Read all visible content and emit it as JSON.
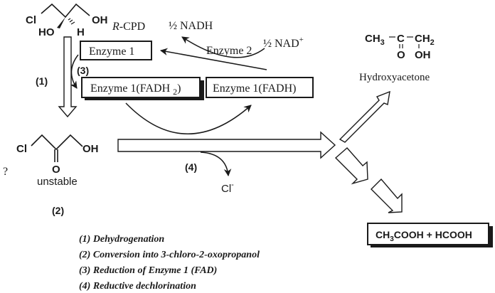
{
  "diagram": {
    "title": "Proposed degradation pathway of R-CPD",
    "colors": {
      "ink": "#1a1a1a",
      "background": "#ffffff"
    },
    "substrate": {
      "name": "R-CPD",
      "atoms": {
        "cl": "Cl",
        "oh_right": "OH",
        "ho": "HO",
        "h": "H"
      }
    },
    "cofactors": {
      "nadh": "½ NADH",
      "nad": "½ NAD",
      "nad_charge": "+",
      "enzyme2": "Enzyme 2"
    },
    "boxes": {
      "enzyme1": "Enzyme 1",
      "enzyme1_fadh2": "Enzyme 1(FADH",
      "enzyme1_fadh2_sub": "2",
      "enzyme1_fadh2_close": ")",
      "enzyme1_fadh": "Enzyme 1(FADH)"
    },
    "step_labels": {
      "step1": "(1)",
      "step2": "(2)",
      "step3": "(3)",
      "step4": "(4)"
    },
    "intermediate": {
      "atoms": {
        "cl": "Cl",
        "oh": "OH",
        "o": "O"
      },
      "note": "unstable",
      "question_mark": "?"
    },
    "chloride": {
      "symbol": "Cl",
      "charge": "-"
    },
    "hydroxyacetone": {
      "name": "Hydroxyacetone",
      "ch3": "CH",
      "ch3_sub": "3",
      "c": "C",
      "ch2": "CH",
      "ch2_sub": "2",
      "o": "O",
      "oh": "OH"
    },
    "products": {
      "ch3": "CH",
      "sub3": "3",
      "rest": "COOH + HCOOH"
    },
    "legend": [
      "(1) Dehydrogenation",
      "(2) Conversion into 3-chloro-2-oxopropanol",
      "(3) Reduction of Enzyme 1 (FAD)",
      "(4) Reductive dechlorination"
    ]
  }
}
